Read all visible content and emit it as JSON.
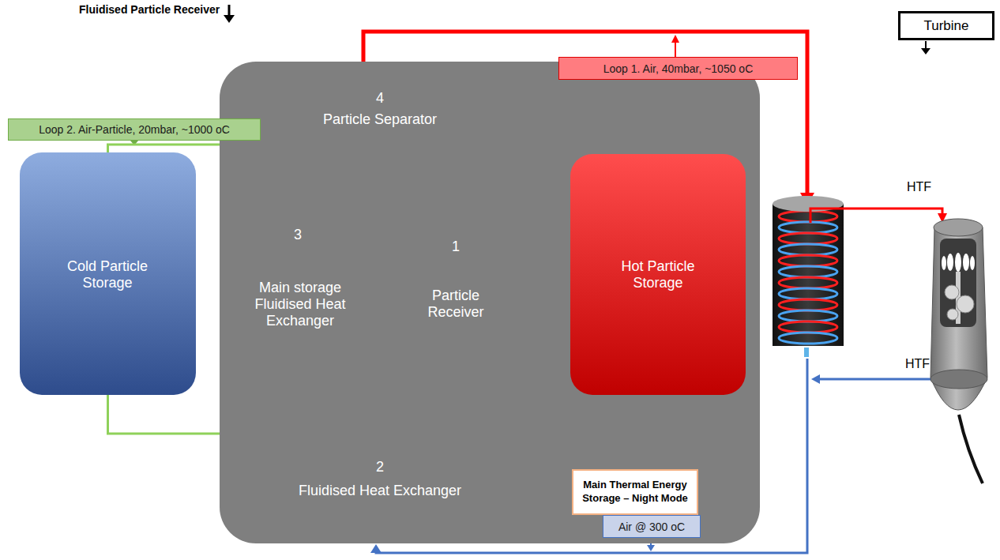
{
  "diagram": {
    "title": "Fluidised Particle Receiver",
    "nodes": [
      {
        "text": [
          "4",
          "Particle Separator",
          "3",
          "Main storage Fluidised Heat Exchanger",
          "1",
          "Particle Receiver",
          "2",
          "Fluidised Heat Exchanger"
        ]
      },
      {
        "text": [
          "Loop 2. Air-Particle, 20mbar, ~1000 oC"
        ]
      },
      {
        "text": [
          "Cold Particle Storage"
        ]
      },
      {
        "text": [
          "Hot Particle Storage"
        ]
      },
      {
        "text": [
          "Loop 1. Air, 40mbar, ~1050 oC"
        ]
      },
      {
        "text": [
          "Turbine"
        ]
      },
      {
        "text": [
          "Main Thermal Energy Storage – Night Mode"
        ]
      },
      {
        "text": [
          "Air @ 300 oC"
        ]
      }
    ],
    "edges": [
      {
        "from": 2,
        "to": 3,
        "arrow": "to"
      },
      {
        "from": 3,
        "to": 2,
        "arrow": "to"
      },
      {
        "from": 6,
        "to": 3,
        "arrow": "to"
      }
    ],
    "labels": [
      "HTF",
      "HTF"
    ]
  }
}
